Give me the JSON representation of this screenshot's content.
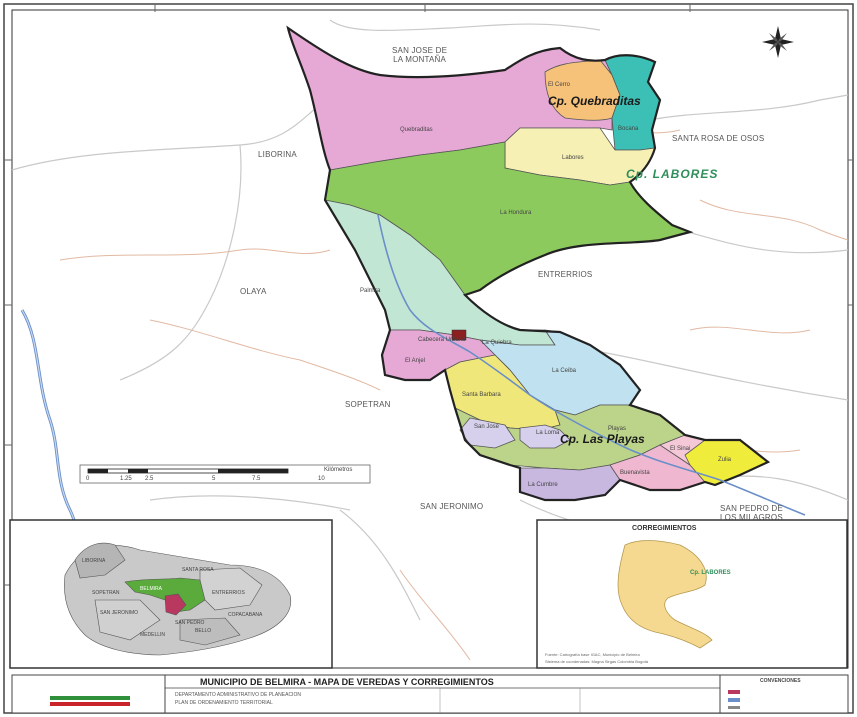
{
  "map": {
    "neighbors": {
      "san_jose": "SAN JOSE DE\nLA MONTAÑA",
      "santa_rosa": "SANTA ROSA DE OSOS",
      "liborina": "LIBORINA",
      "olaya": "OLAYA",
      "entrerrios": "ENTRERRIOS",
      "sopetran": "SOPETRAN",
      "san_jeronimo": "SAN JERONIMO",
      "san_pedro": "SAN PEDRO DE\nLOS MILAGROS"
    },
    "veredas": {
      "quebraditas": "Quebraditas",
      "el_cerro": "El Cerro",
      "bocana": "Bocana",
      "labores": "Labores",
      "la_hondura": "La Hondura",
      "palmira": "Palmira",
      "cabecera": "Cabecera Urbana",
      "la_quiebra": "La Quiebra",
      "el_anjel": "El Anjel",
      "santa_barbara": "Santa Barbara",
      "la_ceiba": "La Ceiba",
      "san_jose_v": "San José",
      "la_loma": "La Loma",
      "playas": "Playas",
      "la_cumbre": "La Cumbre",
      "buenavista": "Buenavista",
      "zulia": "Zulia",
      "el_sinai": "El Sinai"
    },
    "corregimientos": {
      "quebraditas": "Cp. Quebraditas",
      "labores": "Cp. LABORES",
      "playas": "Cp. Las Playas"
    },
    "scale": {
      "ticks": [
        "0",
        "1.25",
        "2.5",
        "5",
        "7.5",
        "10"
      ],
      "unit": "Kilómetros"
    },
    "inset_right": {
      "title": "CORREGIMIENTOS",
      "label": "Cp. LABORES",
      "note1": "Fuente: Cartografía base IGAC, Municipio de Belmira",
      "note2": "Sistema de coordenadas: Magna Sirgas Colombia Bogotá"
    },
    "inset_left": {
      "labels": [
        "SANTA ROSA",
        "ENTRERRIOS",
        "BELMIRA",
        "SAN PEDRO",
        "MEDELLIN",
        "BELLO",
        "COPACABANA",
        "SAN JERONIMO",
        "LIBORINA",
        "SOPETRAN"
      ]
    },
    "title_block": {
      "title": "MUNICIPIO DE BELMIRA - MAPA DE VEREDAS Y CORREGIMIENTOS",
      "sub1": "DEPARTAMENTO ADMINISTRATIVO DE PLANEACION",
      "sub2": "PLAN DE ORDENAMIENTO TERRITORIAL",
      "legend_title": "CONVENCIONES"
    }
  },
  "colors": {
    "pink": "#e6a9d6",
    "orange": "#f6c27a",
    "teal": "#3cc0b5",
    "cream": "#f6f0b5",
    "green": "#8dca5e",
    "paleaqua": "#c2e6d4",
    "lightblue": "#c0e2f0",
    "yellow": "#f0e77a",
    "olive": "#bcd48a",
    "lavender": "#c8b8e0",
    "brightyellow": "#f0ec3c",
    "boundary": "#222222",
    "river": "#6a8fc8",
    "road": "#e0b8a0"
  }
}
